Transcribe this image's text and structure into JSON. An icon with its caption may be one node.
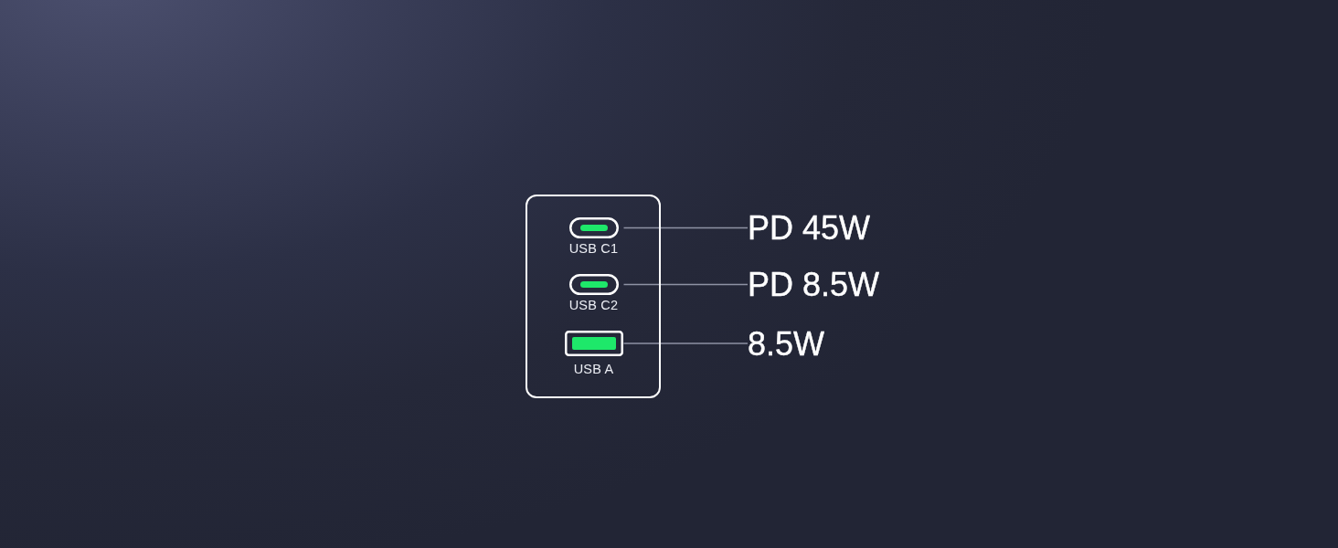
{
  "diagram": {
    "nodes": [
      {
        "text": [],
        "shape": "box"
      },
      {
        "text": [
          "USB C1"
        ],
        "in": 0
      },
      {
        "text": [
          "USB C2"
        ],
        "in": 0
      },
      {
        "text": [
          "USB A"
        ],
        "in": 0
      },
      {
        "text": [
          "PD 45W"
        ]
      },
      {
        "text": [
          "PD 8.5W"
        ]
      },
      {
        "text": [
          "8.5W"
        ]
      }
    ],
    "edges": [
      {
        "from": 4,
        "to": 1,
        "arrow": "none"
      },
      {
        "from": 5,
        "to": 2,
        "arrow": "none"
      },
      {
        "from": 6,
        "to": 3,
        "arrow": "none"
      }
    ]
  }
}
